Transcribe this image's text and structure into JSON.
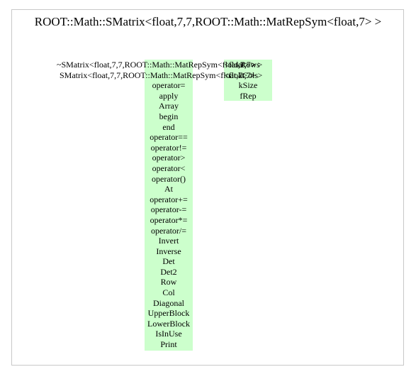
{
  "title": "ROOT::Math::SMatrix<float,7,7,ROOT::Math::MatRepSym<float,7> >",
  "constructors": {
    "destructor_left": "~SMatrix<float,7,7,ROOT::Math::MatRepSym<float,7> >",
    "constructor_left": "SMatrix<float,7,7,ROOT::Math::MatRepSym<float,7> >",
    "destructor_right": "<float,7> >",
    "constructor_right": "<float,7> >"
  },
  "methods": [
    "",
    "",
    "operator=",
    "apply",
    "Array",
    "begin",
    "end",
    "operator==",
    "operator!=",
    "operator>",
    "operator<",
    "operator()",
    "At",
    "operator+=",
    "operator-=",
    "operator*=",
    "operator/=",
    "Invert",
    "Inverse",
    "Det",
    "Det2",
    "Row",
    "Col",
    "Diagonal",
    "UpperBlock",
    "LowerBlock",
    "IsInUse",
    "Print"
  ],
  "members": [
    "kRows",
    "kCols",
    "kSize",
    "fRep"
  ],
  "colors": {
    "box_fill": "#ccffcc",
    "frame_border": "#c8c8c8"
  }
}
